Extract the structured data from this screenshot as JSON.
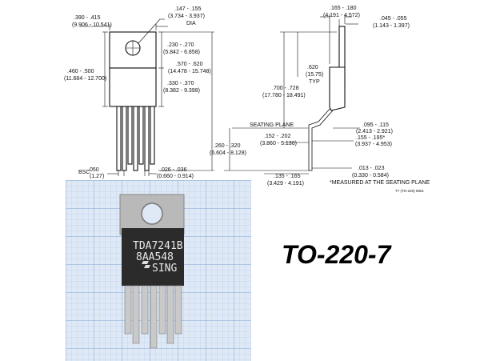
{
  "package_title": "TO-220-7",
  "front_view": {
    "overall_width": ".390 - .415",
    "overall_width_mm": "(9.906 - 10.541)",
    "hole_dia": ".147 - .155",
    "hole_dia_mm": "(3.734 - 3.937)",
    "hole_dia_label": "DIA",
    "tab_to_hole": ".230 - .270",
    "tab_to_hole_mm": "(5.842 - 6.858)",
    "total_length": ".570 - .620",
    "total_length_mm": "(14.478 - 15.748)",
    "body_height": ".330 - .370",
    "body_height_mm": "(8.382 - 9.398)",
    "left_height": ".460 - .500",
    "left_height_mm": "(11.684 - 12.700)",
    "pitch_label": "BSC",
    "pitch": ".050",
    "pitch_mm": "(1.27)",
    "lead_width": ".026 - .036",
    "lead_width_mm": "(0.660 - 0.914)"
  },
  "side_view": {
    "thickness": ".165 - .180",
    "thickness_mm": "(4.191 - 4.572)",
    "tab_thickness": ".045 - .055",
    "tab_thickness_mm": "(1.143 - 1.397)",
    "typ_height": ".620",
    "typ_height_mm": "(15.75)",
    "typ_label": "TYP",
    "height_seat": ".700 - .728",
    "height_seat_mm": "(17.780 - 18.491)",
    "seating_plane": "SEATING PLANE",
    "lead_offset": ".095 - .115",
    "lead_offset_mm": "(2.413 - 2.921)",
    "lead_span": ".152 - .202",
    "lead_span_mm": "(3.860 - 5.130)",
    "lead_span2": ".155 - .195*",
    "lead_span2_mm": "(3.937 - 4.953)",
    "lead_len": ".260 - .320",
    "lead_len_mm": "(6.604 - 8.128)",
    "lead_thick": ".013 - .023",
    "lead_thick_mm": "(0.330 - 0.584)",
    "foot": ".135 - .165",
    "foot_mm": "(3.429 - 4.191)",
    "note": "*MEASURED AT THE SEATING PLANE",
    "drawing_id": "T7 (TO-220) 0801"
  },
  "chip_marking": {
    "line1": "TDA7241B",
    "line2": "8AA548",
    "line3": "SING"
  },
  "colors": {
    "grid_bg": "#dfe9f6",
    "grid_line": "#8fb0d8",
    "chip_body": "#2b2b2b",
    "tab_metal": "#b9b9b9",
    "lead_metal": "#c9c9c9"
  }
}
